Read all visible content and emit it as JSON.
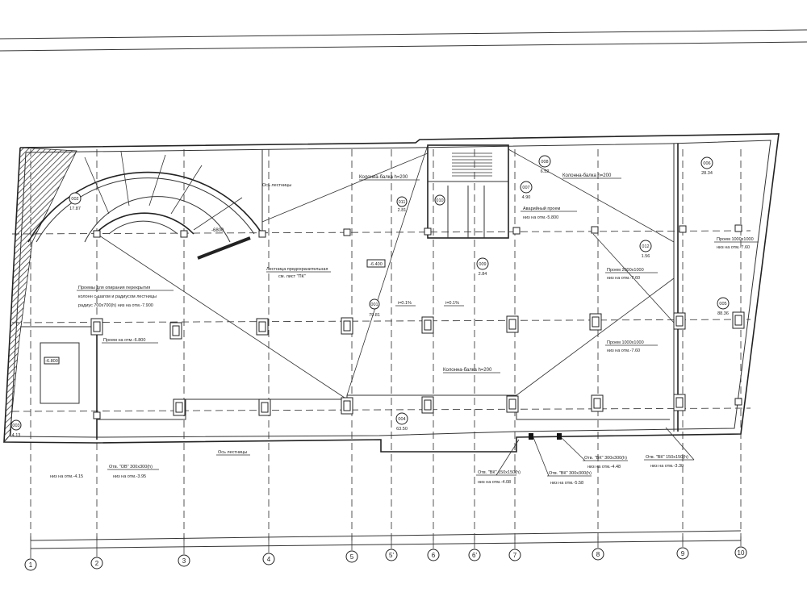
{
  "axes": [
    "1",
    "2",
    "3",
    "4",
    "5",
    "5'",
    "6",
    "6'",
    "7",
    "8",
    "9",
    "10"
  ],
  "rooms": [
    {
      "id": "001",
      "area": "79.81"
    },
    {
      "id": "002",
      "area": "17.87"
    },
    {
      "id": "003",
      "area": "4.13"
    },
    {
      "id": "004",
      "area": "63.50"
    },
    {
      "id": "005",
      "area": "88.36"
    },
    {
      "id": "006",
      "area": "28.34"
    },
    {
      "id": "007",
      "area": "4.90"
    },
    {
      "id": "008",
      "area": "6.52"
    },
    {
      "id": "009",
      "area": "2.84"
    },
    {
      "id": "010",
      "area": ""
    },
    {
      "id": "011",
      "area": "2.81"
    },
    {
      "id": "012",
      "area": "1.56"
    }
  ],
  "notes": {
    "beam_top": "Колонна-балка h=200",
    "beam_top_right": "Колонна-балка h=200",
    "beam_bottom": "Колонна-балка h=200",
    "stair_axis": "Ось лестницы",
    "stair_level": "-6800",
    "stair_ref": "Лестница предохранительная",
    "stair_ref2": "см. лист \"ПК\"",
    "level_main": "-6.400",
    "slope1": "i=0.1%",
    "slope2": "i=0.1%",
    "openings_l1": "Проемы для опирания перекрытия",
    "openings_l2": "колонн с шагом и радиусом лестницы",
    "openings_l3": "радиус 700х700(h) низ на отм.-7.900",
    "pit_opening": "Проем на отм.-6.800",
    "pit_level": "-6.800",
    "emergency_l1": "Аварийный проем",
    "emergency_l2": "низ на отм.-5.800",
    "op2000_l1": "Проем 2000х1000",
    "op2000_l2": "низ на отм.-7.60",
    "op1000a_l1": "Проем 1000х1000",
    "op1000a_l2": "низ на отм.-7.60",
    "op1000b_l1": "Проем 1000х1000",
    "op1000b_l2": "низ на отм.-7.60",
    "wall_axis": "Ось лестницы",
    "hole_ov_l1": "Отв. \"ОВ\" 300х300(h)",
    "hole_ov_l2": "низ на отм.-3.95",
    "hole_left_l2": "низ на отм.-4.15",
    "hole_vk1_l1": "Отв. \"ВК\" 150х150(h)",
    "hole_vk1_l2": "низ на отм.-4.08",
    "hole_vk2_l1": "Отв. \"ВК\" 300х300(h)",
    "hole_vk2_l2": "низ на отм.-5.58",
    "hole_vk3_l1": "Отв. \"ВК\" 300х300(h)",
    "hole_vk3_l2": "низ на отм.-4.48",
    "hole_vk4_l1": "Отв. \"ВК\" 150х150(h)",
    "hole_vk4_l2": "низ на отм.-3.30"
  }
}
